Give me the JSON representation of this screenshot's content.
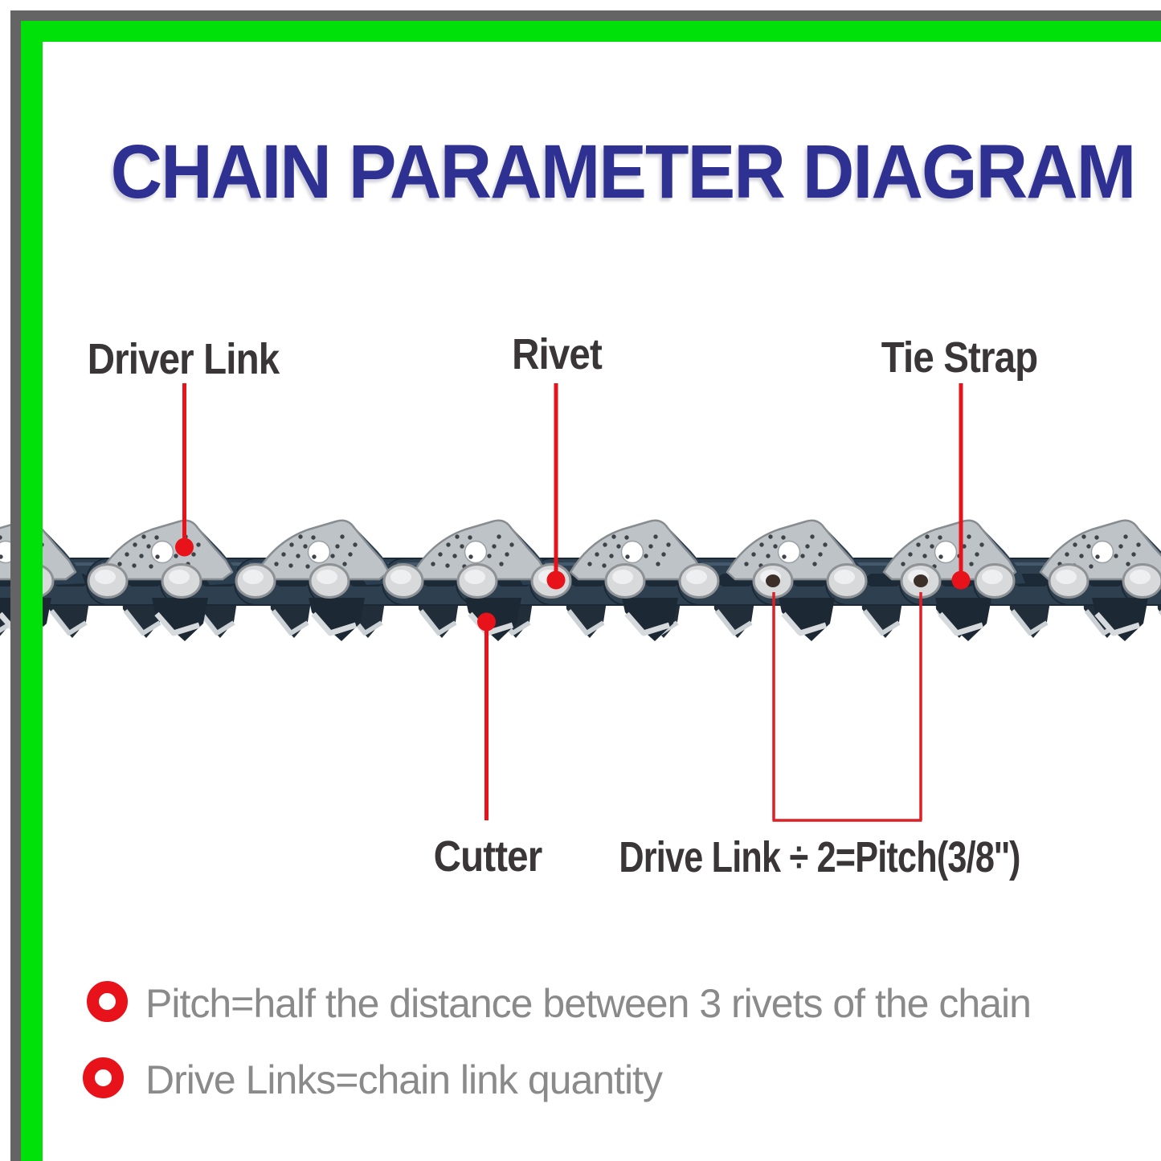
{
  "title": "CHAIN PARAMETER DIAGRAM",
  "diagram": {
    "image_name": "chainsaw-chain-photo",
    "labels": {
      "driver_link": "Driver Link",
      "rivet": "Rivet",
      "tie_strap": "Tie Strap",
      "cutter": "Cutter",
      "pitch_formula": "Drive Link ÷ 2=Pitch(3/8'')"
    }
  },
  "notes": [
    {
      "icon": "ring-icon",
      "text": "Pitch=half the distance between 3 rivets of the chain"
    },
    {
      "icon": "ring-icon",
      "text": "Drive Links=chain link quantity"
    }
  ],
  "colors": {
    "title_blue": "#2e3192",
    "label_dark": "#3a3637",
    "note_gray": "#8a8a8a",
    "accent_red": "#e8121a",
    "border_green": "#00e109",
    "border_gray": "#646464",
    "chain_navy": "#2e4050",
    "chain_silver": "#bec3c7"
  }
}
